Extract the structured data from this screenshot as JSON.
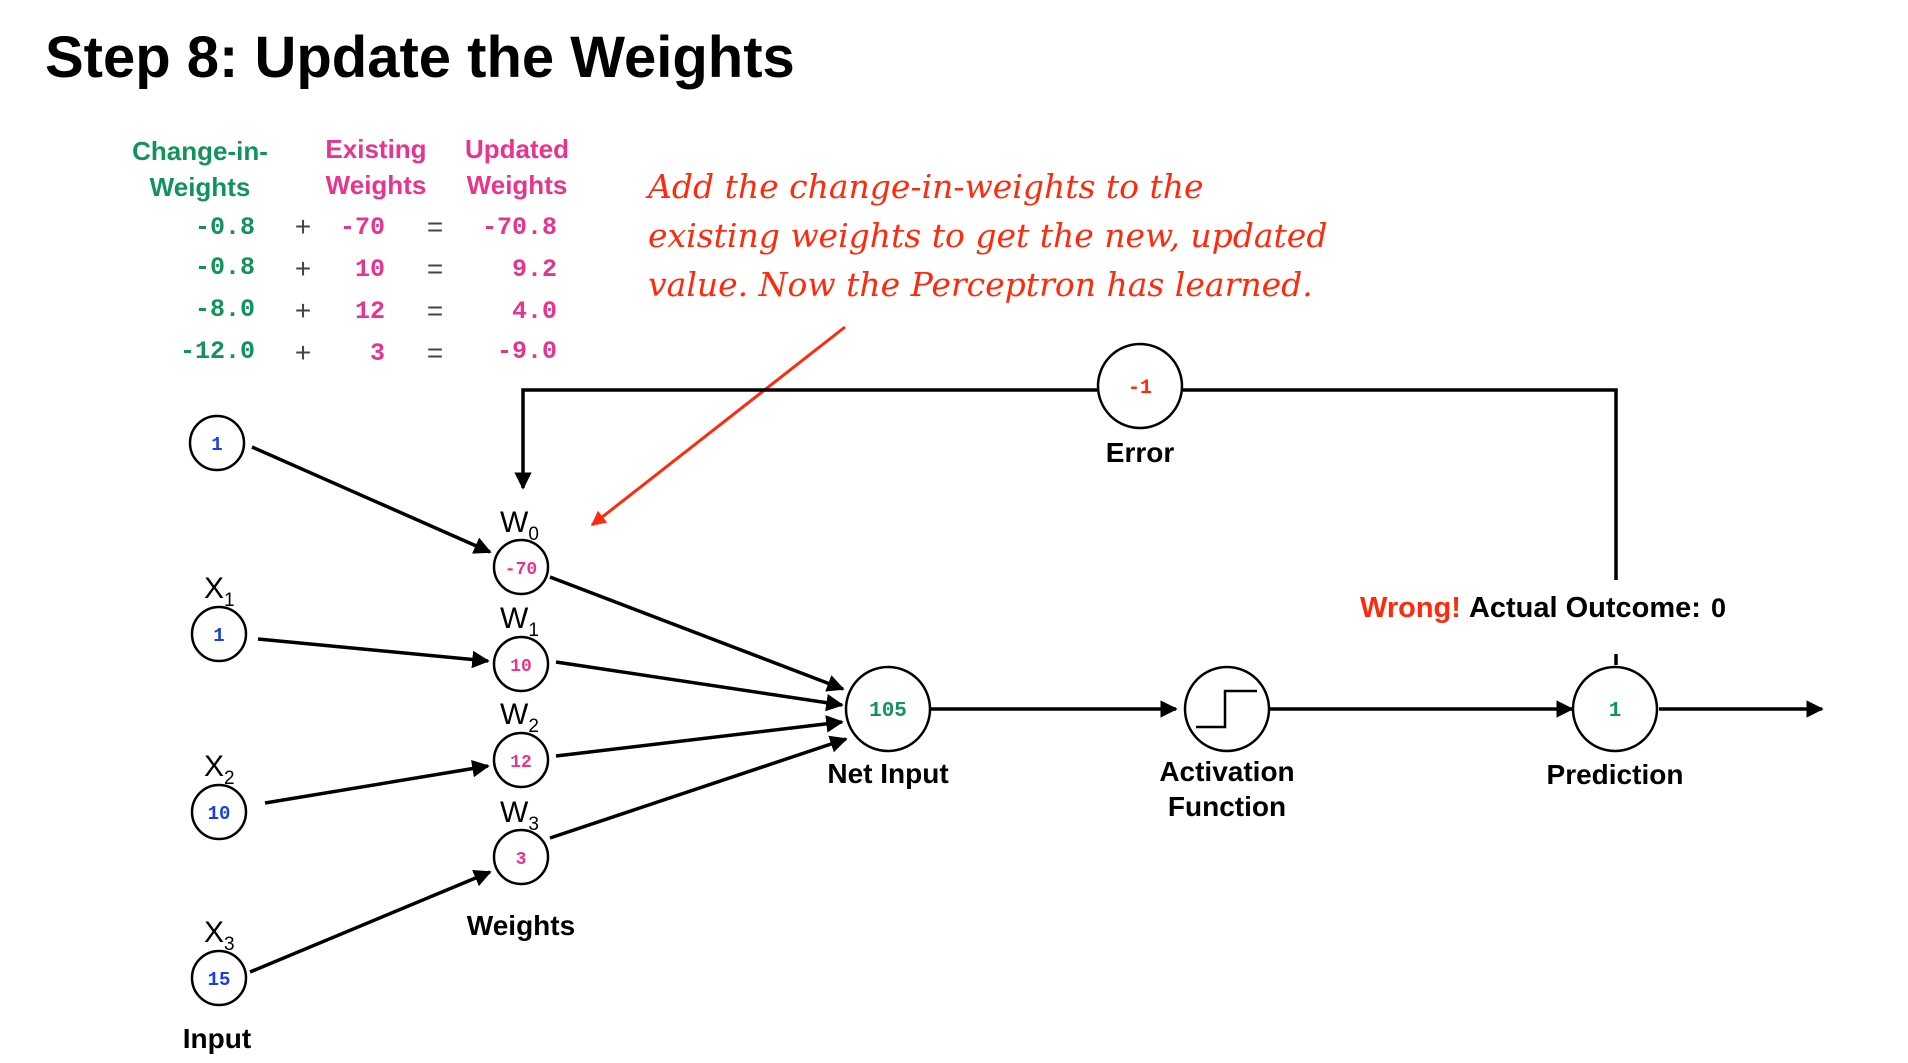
{
  "title": "Step 8: Update the Weights",
  "colors": {
    "change": "#13935c",
    "existing": "#e8338f",
    "updated": "#e8338f",
    "input": "#1a3ee0",
    "error": "#ff2a0c",
    "net": "#13935c",
    "black": "#000000"
  },
  "table": {
    "headers": {
      "change": [
        "Change-in-",
        "Weights"
      ],
      "existing": [
        "Existing",
        "Weights"
      ],
      "updated": [
        "Updated",
        "Weights"
      ]
    },
    "plus": "+",
    "equals": "=",
    "rows": [
      {
        "change": "-0.8",
        "existing": "-70",
        "updated": "-70.8"
      },
      {
        "change": "-0.8",
        "existing": "10",
        "updated": "9.2"
      },
      {
        "change": "-8.0",
        "existing": "12",
        "updated": "4.0"
      },
      {
        "change": "-12.0",
        "existing": "3",
        "updated": "-9.0"
      }
    ]
  },
  "annotation": {
    "lines": [
      "Add the change-in-weights to the",
      "existing weights to get the new, updated",
      "value. Now the Perceptron has learned."
    ]
  },
  "inputs": {
    "bias_value": "1",
    "x": [
      {
        "label": "X",
        "sub": "1",
        "value": "1"
      },
      {
        "label": "X",
        "sub": "2",
        "value": "10"
      },
      {
        "label": "X",
        "sub": "3",
        "value": "15"
      }
    ],
    "caption": "Input"
  },
  "weights": {
    "items": [
      {
        "label": "W",
        "sub": "0",
        "value": "-70"
      },
      {
        "label": "W",
        "sub": "1",
        "value": "10"
      },
      {
        "label": "W",
        "sub": "2",
        "value": "12"
      },
      {
        "label": "W",
        "sub": "3",
        "value": "3"
      }
    ],
    "caption": "Weights"
  },
  "net_input": {
    "value": "105",
    "caption": "Net Input"
  },
  "activation": {
    "caption": [
      "Activation",
      "Function"
    ]
  },
  "prediction": {
    "value": "1",
    "caption": "Prediction"
  },
  "error": {
    "value": "-1",
    "caption": "Error"
  },
  "outcome": {
    "wrong": "Wrong!",
    "label": "Actual Outcome:",
    "value": "0"
  }
}
